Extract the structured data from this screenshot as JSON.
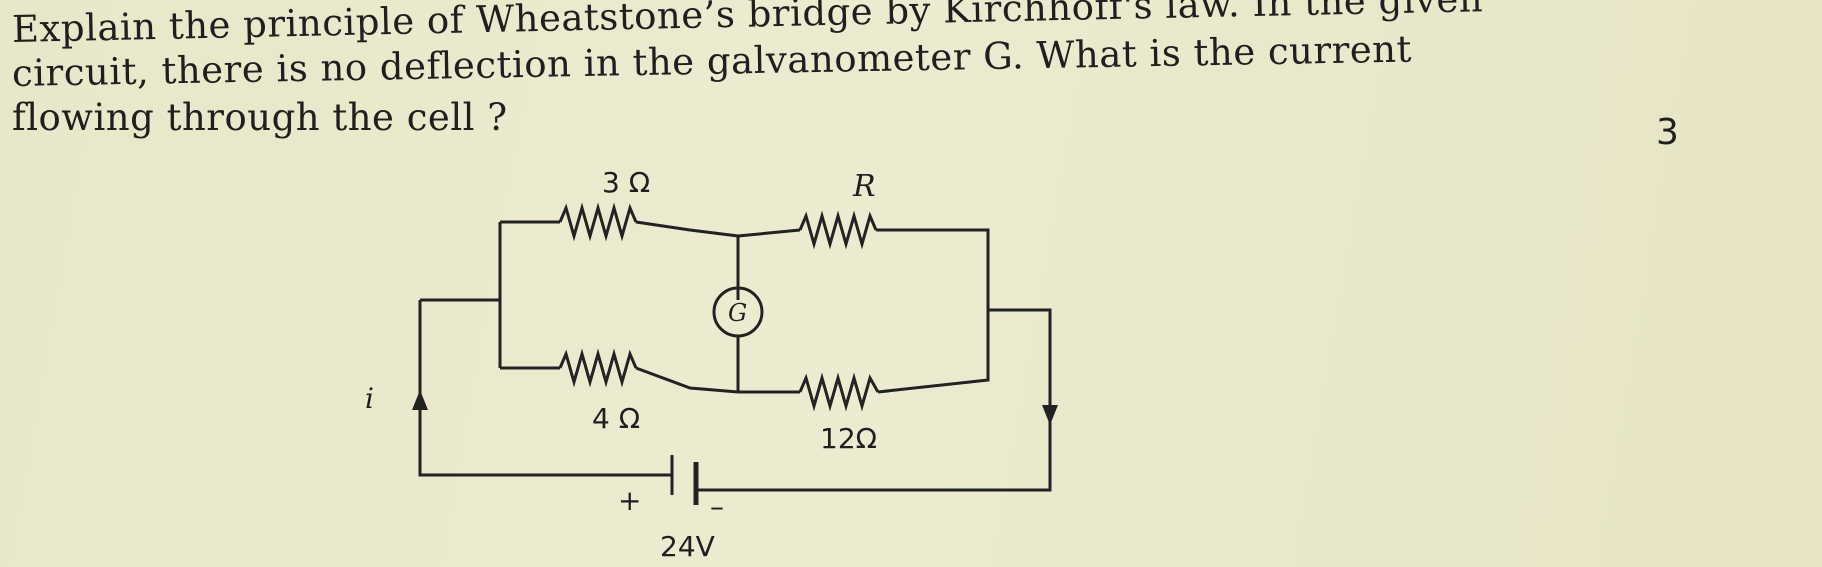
{
  "question": {
    "line1": "Explain the principle of Wheatstone’s bridge by Kirchhoff's law. In the given",
    "line2": "circuit, there is no deflection in the galvanometer G. What is the current",
    "line3": "flowing through the cell ?",
    "marks": "3"
  },
  "circuit": {
    "r_top_left": "3 Ω",
    "r_top_right": "R",
    "galvanometer": "G",
    "r_bottom_left": "4 Ω",
    "r_bottom_right": "12Ω",
    "current_label": "i",
    "plus": "+",
    "minus": "–",
    "emf": "24V"
  },
  "colors": {
    "paper": "#e8e6c8",
    "ink": "#1f1f1f"
  }
}
